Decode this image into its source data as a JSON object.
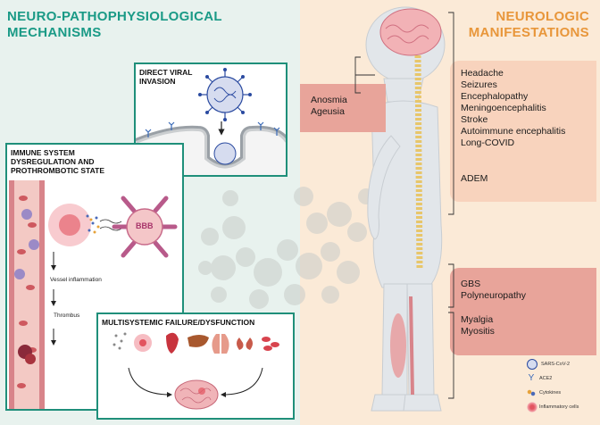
{
  "headers": {
    "left": [
      "NEURO-PATHOPHYSIOLOGICAL",
      "MECHANISMS"
    ],
    "right": [
      "NEUROLOGIC",
      "MANIFESTATIONS"
    ]
  },
  "viral_box": {
    "title": [
      "DIRECT VIRAL",
      "INVASION"
    ]
  },
  "immune_box": {
    "title": [
      "IMMUNE SYSTEM",
      "DYSREGULATION AND",
      "PROTHROMBOTIC STATE"
    ],
    "bbb_label": "BBB",
    "vessel_label": "Vessel inflammation",
    "thrombus_label": "Thrombus"
  },
  "multi_box": {
    "title": "MULTISYSTEMIC FAILURE/DYSFUNCTION"
  },
  "manifestations": {
    "cranial": [
      "Anosmia",
      "Ageusia"
    ],
    "cns": [
      "Headache",
      "Seizures",
      "Encephalopathy",
      "Meningoencephalitis",
      "Stroke",
      "Autoimmune encephalitis",
      "Long-COVID"
    ],
    "cns_extra": "ADEM",
    "pns": [
      "GBS",
      "Polyneuropathy"
    ],
    "muscle": [
      "Myalgia",
      "Myositis"
    ]
  },
  "legend": [
    "SARS-CoV-2",
    "ACE2",
    "Cytokines",
    "Inflammatory cells"
  ],
  "colors": {
    "teal": "#1f8f7a",
    "orange": "#e8963a",
    "salmon": "#e89a8f"
  }
}
